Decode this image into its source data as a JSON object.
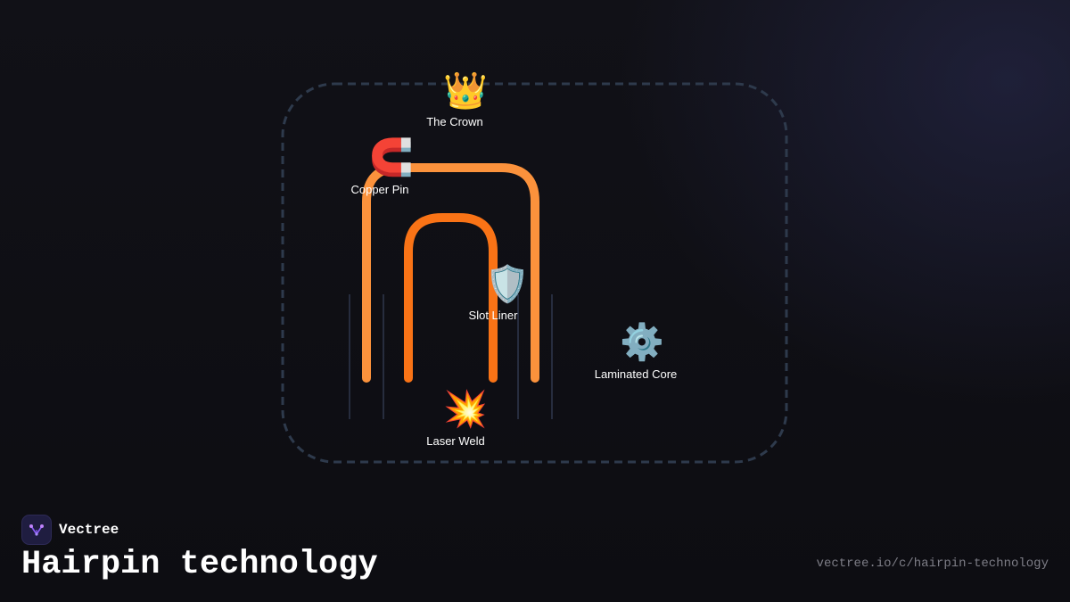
{
  "brand": {
    "name": "Vectree",
    "logo_icon": "vectree-logo-icon"
  },
  "title": "Hairpin technology",
  "url": "vectree.io/c/hairpin-technology",
  "colors": {
    "background": "#0e0e13",
    "frame_dash": "#2e3a4c",
    "hairpin_outer": "#fb923c",
    "hairpin_inner": "#f97316",
    "slot_lines": "#37415a",
    "label": "#ffffff",
    "url": "#7d7d86"
  },
  "nodes": [
    {
      "id": "crown",
      "label": "The Crown",
      "icon": "crown-icon",
      "glyph": "👑"
    },
    {
      "id": "copper-pin",
      "label": "Copper Pin",
      "icon": "magnet-icon",
      "glyph": "🧲"
    },
    {
      "id": "slot-liner",
      "label": "Slot Liner",
      "icon": "shield-icon",
      "glyph": "🛡️"
    },
    {
      "id": "laminated-core",
      "label": "Laminated Core",
      "icon": "gear-icon",
      "glyph": "⚙️"
    },
    {
      "id": "laser-weld",
      "label": "Laser Weld",
      "icon": "collision-icon",
      "glyph": "💥"
    }
  ]
}
